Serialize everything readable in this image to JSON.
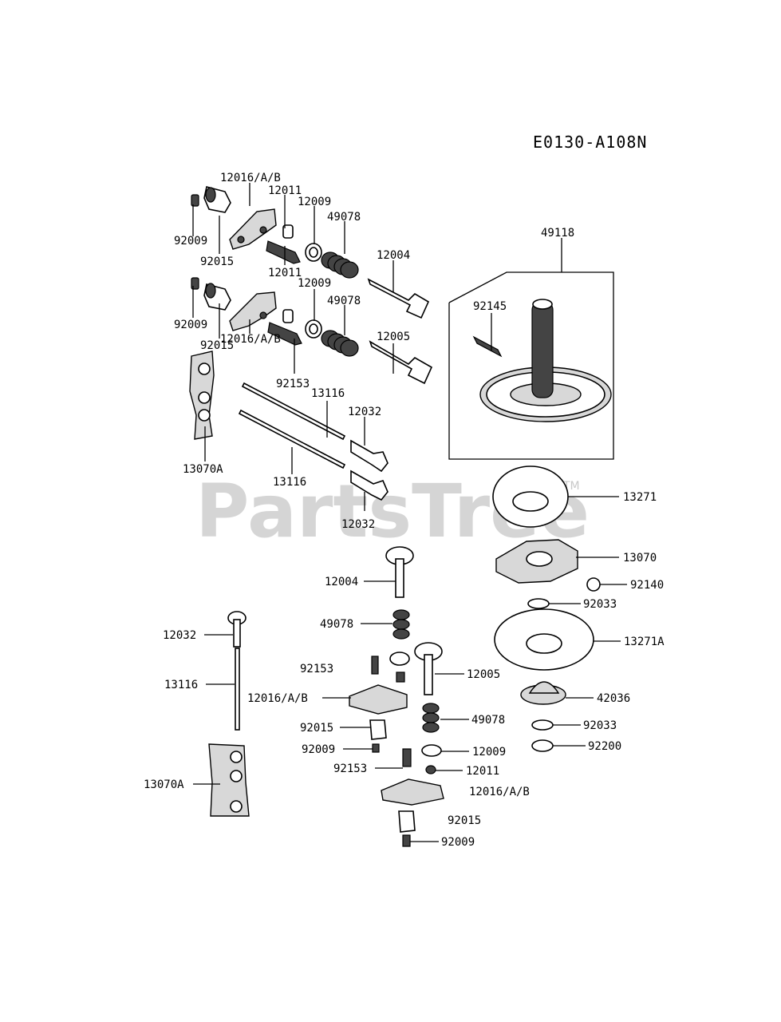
{
  "diagram": {
    "code": "E0130-A108N",
    "watermark": "PartsTree",
    "trademark": "TM",
    "labels": {
      "l12016_1": "12016/A/B",
      "l12011_1": "12011",
      "l12009_1": "12009",
      "l49078_1": "49078",
      "l92009_1": "92009",
      "l92015_1": "92015",
      "l12011_2": "12011",
      "l12004_1": "12004",
      "l12009_2": "12009",
      "l49078_2": "49078",
      "l92009_2": "92009",
      "l92015_2": "92015",
      "l12016_2": "12016/A/B",
      "l12005_1": "12005",
      "l92153_1": "92153",
      "l13116_1": "13116",
      "l12032_1": "12032",
      "l13070A_1": "13070A",
      "l13116_2": "13116",
      "l12032_2": "12032",
      "l49118": "49118",
      "l92145": "92145",
      "l13271": "13271",
      "l13070": "13070",
      "l92140": "92140",
      "l92033_1": "92033",
      "l13271A": "13271A",
      "l42036": "42036",
      "l92033_2": "92033",
      "l92200": "92200",
      "l12004_2": "12004",
      "l49078_3": "49078",
      "l12032_3": "12032",
      "l92153_2": "92153",
      "l12005_2": "12005",
      "l13116_3": "13116",
      "l12016_3": "12016/A/B",
      "l92015_3": "92015",
      "l49078_4": "49078",
      "l92009_3": "92009",
      "l12009_3": "12009",
      "l92153_3": "92153",
      "l12011_3": "12011",
      "l13070A_2": "13070A",
      "l12016_4": "12016/A/B",
      "l92015_4": "92015",
      "l92009_4": "92009"
    }
  }
}
